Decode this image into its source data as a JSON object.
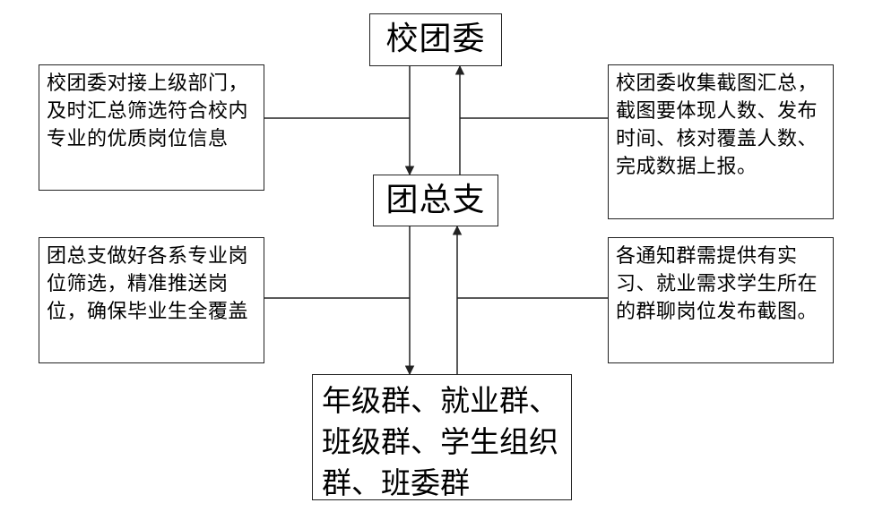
{
  "nodes": {
    "top": "校团委",
    "middle": "团总支",
    "bottom": "年级群、就业群、班级群、学生组织群、班委群"
  },
  "notes": {
    "upper_left": "校团委对接上级部门，及时汇总筛选符合校内专业的优质岗位信息",
    "upper_right": "校团委收集截图汇总，截图要体现人数、发布时间、核对覆盖人数、完成数据上报。",
    "lower_left": "团总支做好各系专业岗位筛选，精准推送岗位，确保毕业生全覆盖",
    "lower_right": "各通知群需提供有实习、就业需求学生所在的群聊岗位发布截图。"
  }
}
